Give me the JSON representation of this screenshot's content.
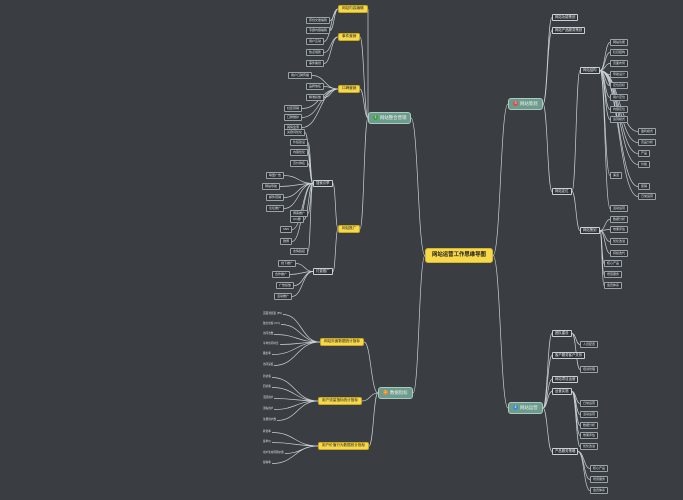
{
  "colors": {
    "background": "#3a3e42",
    "highlight": "#f6d84a",
    "branch": "#6d9c8e",
    "line": "#c8d0d6"
  },
  "center": {
    "label": "网站运营工作思维导图"
  },
  "branches": [
    {
      "id": "b1",
      "label": "网站整合营销",
      "num": "1",
      "color": "#3aa63a"
    },
    {
      "id": "b2",
      "label": "数据指标",
      "num": "2",
      "color": "#e88a2a"
    },
    {
      "id": "b3",
      "label": "网站策划",
      "num": "3",
      "color": "#e04a4a"
    },
    {
      "id": "b4",
      "label": "网站运营",
      "num": "4",
      "color": "#3a8ad6"
    }
  ],
  "level2": {
    "content_editing": "网站内容编辑",
    "event_marketing": "事件营销",
    "word_of_mouth": "口碑营销",
    "site_promotion": "网站推广",
    "page_performance": "网站页面数据统计指标",
    "user_behavior": "用户流量指标统计指标",
    "value_metrics": "用户价值行为数据统计指标",
    "function_plan": "网站功能策划",
    "product_service": "网站产品服务策划",
    "positioning": "网站定位",
    "structure": "网站结构",
    "ops_planning": "网站策划",
    "team_building": "团队建设",
    "customer_relations": "客户服务客户关系",
    "operations": "网站项目运营",
    "rules_implementation": "运营实施",
    "product_plan": "产品服务策略"
  },
  "leaves": {
    "l_edit_1": "原创文章编辑",
    "l_edit_2": "专题内容编辑",
    "l_edit_3": "用户互动",
    "l_event_1": "热点借势",
    "l_event_2": "事件策划",
    "l_wom_1": "用户口碑传播",
    "l_wom_2": "品牌信任",
    "l_wom_3": "精准投放",
    "l_wom_4": "社区营销",
    "l_wom_5": "口碑维护",
    "l_wom_6": "舆情监测",
    "l_promo_seo": "搜索引擎",
    "l_promo_1": "关键词优化",
    "l_promo_2": "外链建设",
    "l_promo_3": "内容优化",
    "l_promo_sem": "付费推广",
    "l_promo_4": "竞价排名",
    "l_promo_5": "联盟广告",
    "l_promo_6": "网站导航",
    "l_promo_7": "邮件营销",
    "l_promo_8": "论坛推广",
    "l_promo_9": "博客推广",
    "l_promo_10": "QQ群",
    "l_promo_11": "SNS",
    "l_promo_12": "微博",
    "l_promo_13": "友情链接",
    "l_promo_14": "线下推广",
    "l_promo_15": "合作推广",
    "l_promo_16": "广告投放",
    "l_promo_17": "活动推广",
    "l_page_1": "页面浏览量 (PV)",
    "l_page_2": "独立访客 (UV)",
    "l_page_3": "访问次数",
    "l_page_4": "平均访问时长",
    "l_page_5": "跳出率",
    "l_page_6": "访问深度",
    "l_user_1": "新访客",
    "l_user_2": "回访客",
    "l_user_3": "活跃用户",
    "l_user_4": "流失用户",
    "l_user_5": "注册用户数",
    "l_val_1": "转化率",
    "l_val_2": "客单价",
    "l_val_3": "用户生命周期价值",
    "l_val_4": "复购率",
    "l_func_1": "网站功能",
    "l_pos_1": "定位目标",
    "l_pos_2": "用户定位",
    "l_pos_3": "内容定位",
    "l_pos_4": "运营模式",
    "l_pos_5": "盈利模式",
    "l_pos_6": "竞品分析",
    "l_str_1": "栏目结构",
    "l_str_2": "页面布局",
    "l_str_3": "导航设计",
    "l_plan_1": "产品",
    "l_plan_2": "价格",
    "l_plan_3": "渠道",
    "l_plan_4": "促销",
    "l_team_1": "人员配置",
    "l_team_2": "培训管理",
    "l_ops_1": "日常运营",
    "l_ops_2": "活动运营",
    "l_ops_3": "数据分析",
    "l_ops_4": "效果评估",
    "l_ops_5": "优化改进",
    "l_ops_6": "持续迭代",
    "l_prod_1": "核心产品",
    "l_prod_2": "增值服务",
    "l_prod_3": "会员体系"
  }
}
